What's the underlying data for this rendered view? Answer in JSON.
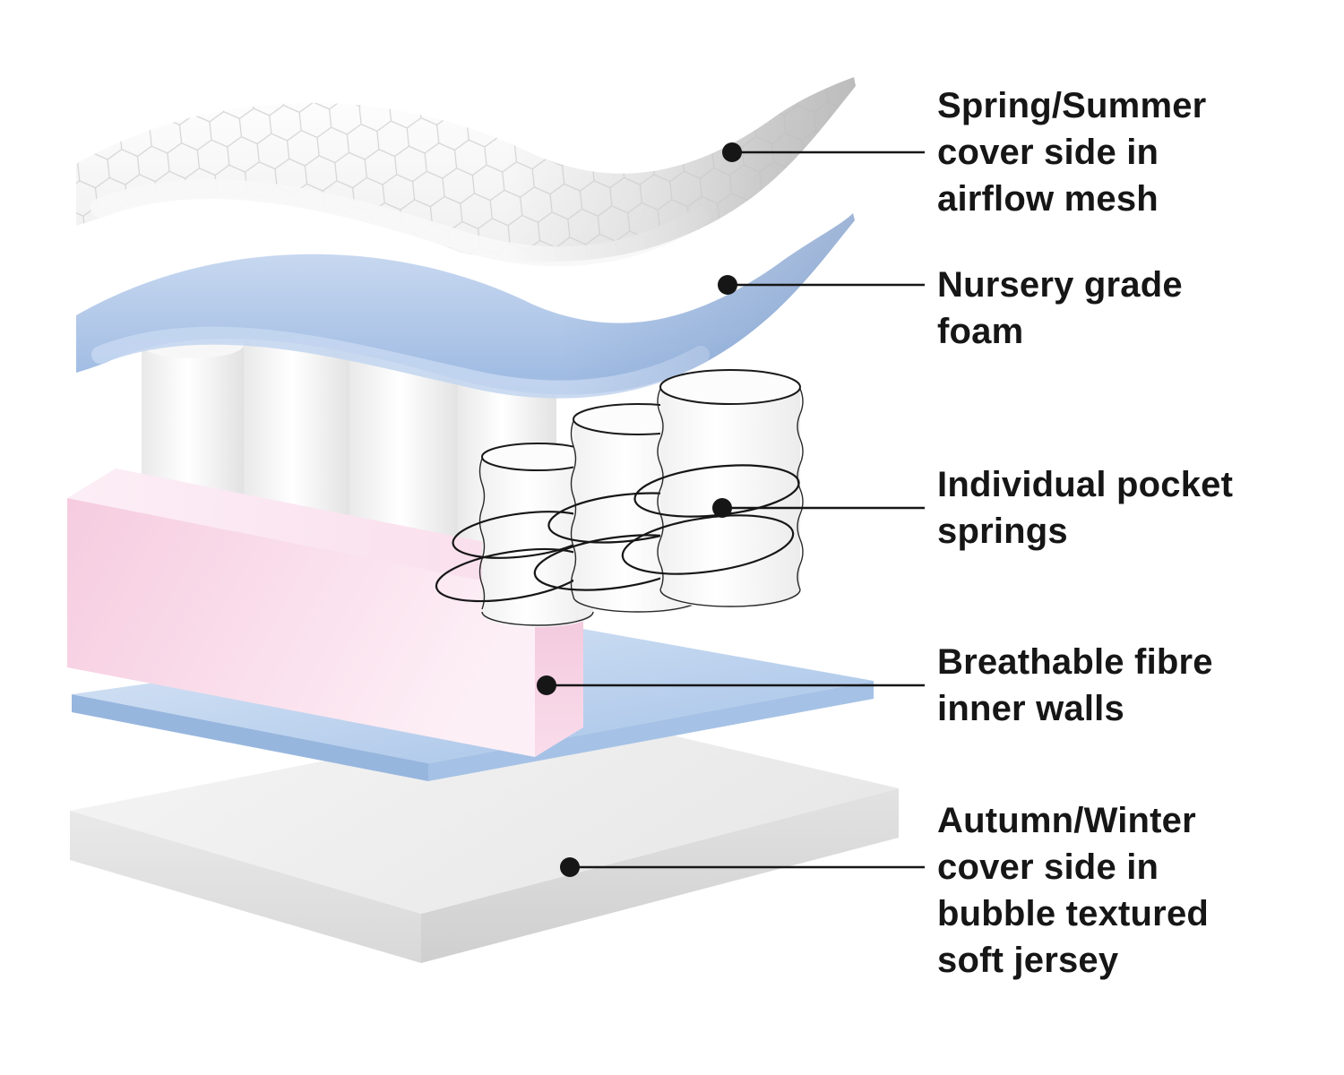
{
  "callouts": [
    {
      "id": "spring-summer-cover",
      "label": "Spring/Summer\ncover side in\nairflow mesh"
    },
    {
      "id": "nursery-grade-foam",
      "label": "Nursery grade\nfoam"
    },
    {
      "id": "individual-pocket-springs",
      "label": "Individual pocket\nsprings"
    },
    {
      "id": "breathable-fibre-inner-walls",
      "label": "Breathable fibre\ninner walls"
    },
    {
      "id": "autumn-winter-cover",
      "label": "Autumn/Winter\ncover side in\nbubble textured\nsoft jersey"
    }
  ],
  "colors": {
    "text": "#161616",
    "callout_line": "#161616",
    "mesh_cover_white": "#efefef",
    "nursery_foam_blue": "#9bb8e1",
    "pocket_spring_white": "#ffffff",
    "inner_walls_pink": "#f6cce0",
    "base_sheet_blue": "#bcd2ee",
    "winter_cover_grey": "#e8e8e8"
  }
}
